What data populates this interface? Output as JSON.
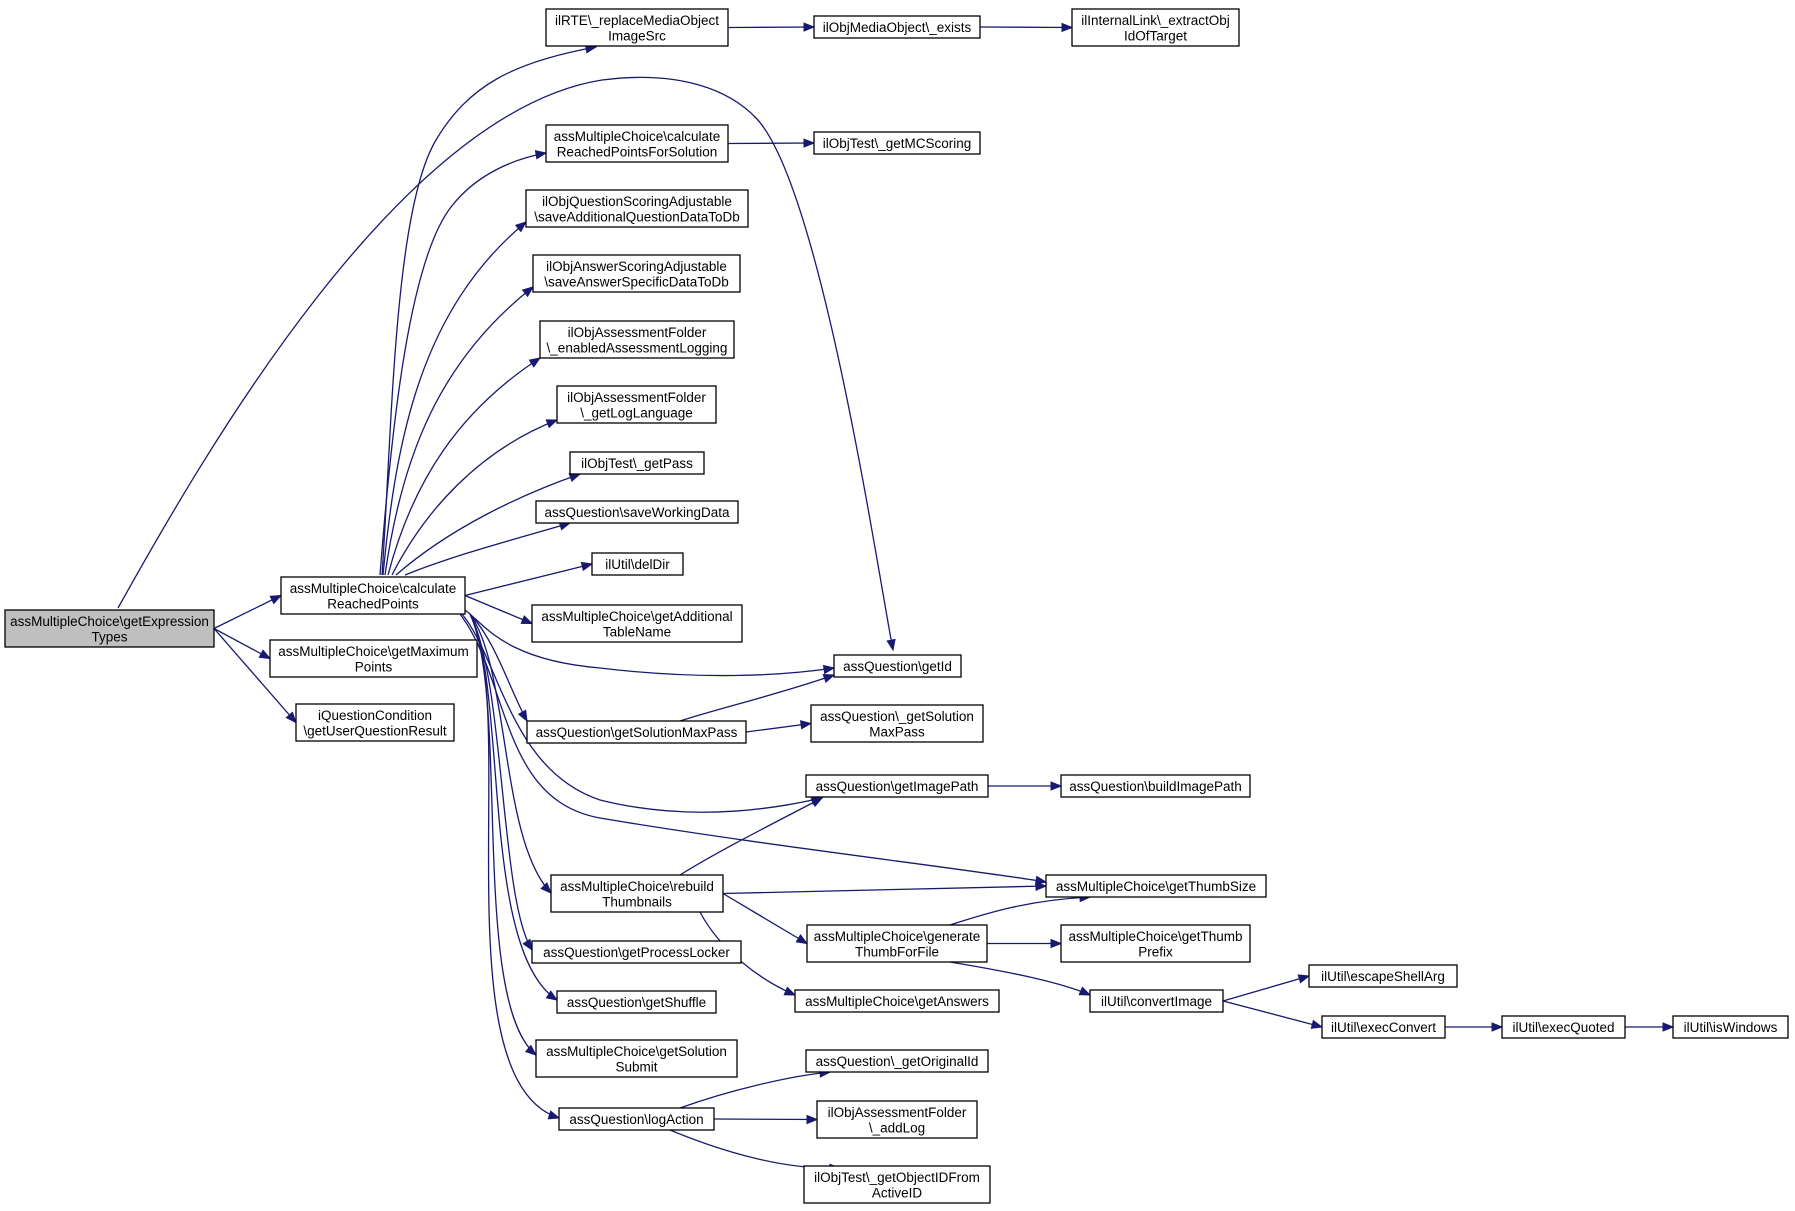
{
  "nodes": [
    {
      "id": "root",
      "lines": [
        "assMultipleChoice\\getExpression",
        "Types"
      ],
      "root": true
    },
    {
      "id": "calc",
      "lines": [
        "assMultipleChoice\\calculate",
        "ReachedPoints"
      ]
    },
    {
      "id": "maxpts",
      "lines": [
        "assMultipleChoice\\getMaximum",
        "Points"
      ]
    },
    {
      "id": "iqc",
      "lines": [
        "iQuestionCondition",
        "\\getUserQuestionResult"
      ]
    },
    {
      "id": "rte",
      "lines": [
        "ilRTE\\_replaceMediaObject",
        "ImageSrc"
      ]
    },
    {
      "id": "mobexists",
      "lines": [
        "ilObjMediaObject\\_exists"
      ]
    },
    {
      "id": "intlink",
      "lines": [
        "ilInternalLink\\_extractObj",
        "IdOfTarget"
      ]
    },
    {
      "id": "calcsol",
      "lines": [
        "assMultipleChoice\\calculate",
        "ReachedPointsForSolution"
      ]
    },
    {
      "id": "mcscoring",
      "lines": [
        "ilObjTest\\_getMCScoring"
      ]
    },
    {
      "id": "qsa",
      "lines": [
        "ilObjQuestionScoringAdjustable",
        "\\saveAdditionalQuestionDataToDb"
      ]
    },
    {
      "id": "asa",
      "lines": [
        "ilObjAnswerScoringAdjustable",
        "\\saveAnswerSpecificDataToDb"
      ]
    },
    {
      "id": "enlog",
      "lines": [
        "ilObjAssessmentFolder",
        "\\_enabledAssessmentLogging"
      ]
    },
    {
      "id": "loglang",
      "lines": [
        "ilObjAssessmentFolder",
        "\\_getLogLanguage"
      ]
    },
    {
      "id": "getpass",
      "lines": [
        "ilObjTest\\_getPass"
      ]
    },
    {
      "id": "savework",
      "lines": [
        "assQuestion\\saveWorkingData"
      ]
    },
    {
      "id": "deldir",
      "lines": [
        "ilUtil\\delDir"
      ]
    },
    {
      "id": "addtable",
      "lines": [
        "assMultipleChoice\\getAdditional",
        "TableName"
      ]
    },
    {
      "id": "getid",
      "lines": [
        "assQuestion\\getId"
      ]
    },
    {
      "id": "solmax",
      "lines": [
        "assQuestion\\getSolutionMaxPass"
      ]
    },
    {
      "id": "solmax2",
      "lines": [
        "assQuestion\\_getSolution",
        "MaxPass"
      ]
    },
    {
      "id": "imgpath",
      "lines": [
        "assQuestion\\getImagePath"
      ]
    },
    {
      "id": "buildimg",
      "lines": [
        "assQuestion\\buildImagePath"
      ]
    },
    {
      "id": "thumbsize",
      "lines": [
        "assMultipleChoice\\getThumbSize"
      ]
    },
    {
      "id": "rebuild",
      "lines": [
        "assMultipleChoice\\rebuild",
        "Thumbnails"
      ]
    },
    {
      "id": "genthumb",
      "lines": [
        "assMultipleChoice\\generate",
        "ThumbForFile"
      ]
    },
    {
      "id": "thumbprefix",
      "lines": [
        "assMultipleChoice\\getThumb",
        "Prefix"
      ]
    },
    {
      "id": "plocker",
      "lines": [
        "assQuestion\\getProcessLocker"
      ]
    },
    {
      "id": "answers",
      "lines": [
        "assMultipleChoice\\getAnswers"
      ]
    },
    {
      "id": "convimg",
      "lines": [
        "ilUtil\\convertImage"
      ]
    },
    {
      "id": "escshell",
      "lines": [
        "ilUtil\\escapeShellArg"
      ]
    },
    {
      "id": "shuffle",
      "lines": [
        "assQuestion\\getShuffle"
      ]
    },
    {
      "id": "execconv",
      "lines": [
        "ilUtil\\execConvert"
      ]
    },
    {
      "id": "execq",
      "lines": [
        "ilUtil\\execQuoted"
      ]
    },
    {
      "id": "iswin",
      "lines": [
        "ilUtil\\isWindows"
      ]
    },
    {
      "id": "solsub",
      "lines": [
        "assMultipleChoice\\getSolution",
        "Submit"
      ]
    },
    {
      "id": "origid",
      "lines": [
        "assQuestion\\_getOriginalId"
      ]
    },
    {
      "id": "logaction",
      "lines": [
        "assQuestion\\logAction"
      ]
    },
    {
      "id": "addlog",
      "lines": [
        "ilObjAssessmentFolder",
        "\\_addLog"
      ]
    },
    {
      "id": "objidfrom",
      "lines": [
        "ilObjTest\\_getObjectIDFrom",
        "ActiveID"
      ]
    }
  ],
  "edges": [
    [
      "root",
      "calc"
    ],
    [
      "root",
      "maxpts"
    ],
    [
      "root",
      "iqc"
    ],
    [
      "root",
      "getid"
    ],
    [
      "calc",
      "rte"
    ],
    [
      "calc",
      "calcsol"
    ],
    [
      "calc",
      "qsa"
    ],
    [
      "calc",
      "asa"
    ],
    [
      "calc",
      "enlog"
    ],
    [
      "calc",
      "loglang"
    ],
    [
      "calc",
      "getpass"
    ],
    [
      "calc",
      "savework"
    ],
    [
      "calc",
      "deldir"
    ],
    [
      "calc",
      "addtable"
    ],
    [
      "calc",
      "getid"
    ],
    [
      "calc",
      "solmax"
    ],
    [
      "calc",
      "imgpath"
    ],
    [
      "calc",
      "thumbsize"
    ],
    [
      "calc",
      "rebuild"
    ],
    [
      "calc",
      "plocker"
    ],
    [
      "calc",
      "shuffle"
    ],
    [
      "calc",
      "solsub"
    ],
    [
      "calc",
      "logaction"
    ],
    [
      "rte",
      "mobexists"
    ],
    [
      "mobexists",
      "intlink"
    ],
    [
      "calcsol",
      "mcscoring"
    ],
    [
      "solmax",
      "getid"
    ],
    [
      "solmax",
      "solmax2"
    ],
    [
      "imgpath",
      "buildimg"
    ],
    [
      "rebuild",
      "imgpath"
    ],
    [
      "rebuild",
      "thumbsize"
    ],
    [
      "rebuild",
      "genthumb"
    ],
    [
      "rebuild",
      "answers"
    ],
    [
      "genthumb",
      "thumbsize"
    ],
    [
      "genthumb",
      "thumbprefix"
    ],
    [
      "genthumb",
      "convimg"
    ],
    [
      "convimg",
      "escshell"
    ],
    [
      "convimg",
      "execconv"
    ],
    [
      "execconv",
      "execq"
    ],
    [
      "execq",
      "iswin"
    ],
    [
      "logaction",
      "origid"
    ],
    [
      "logaction",
      "addlog"
    ],
    [
      "logaction",
      "objidfrom"
    ]
  ]
}
